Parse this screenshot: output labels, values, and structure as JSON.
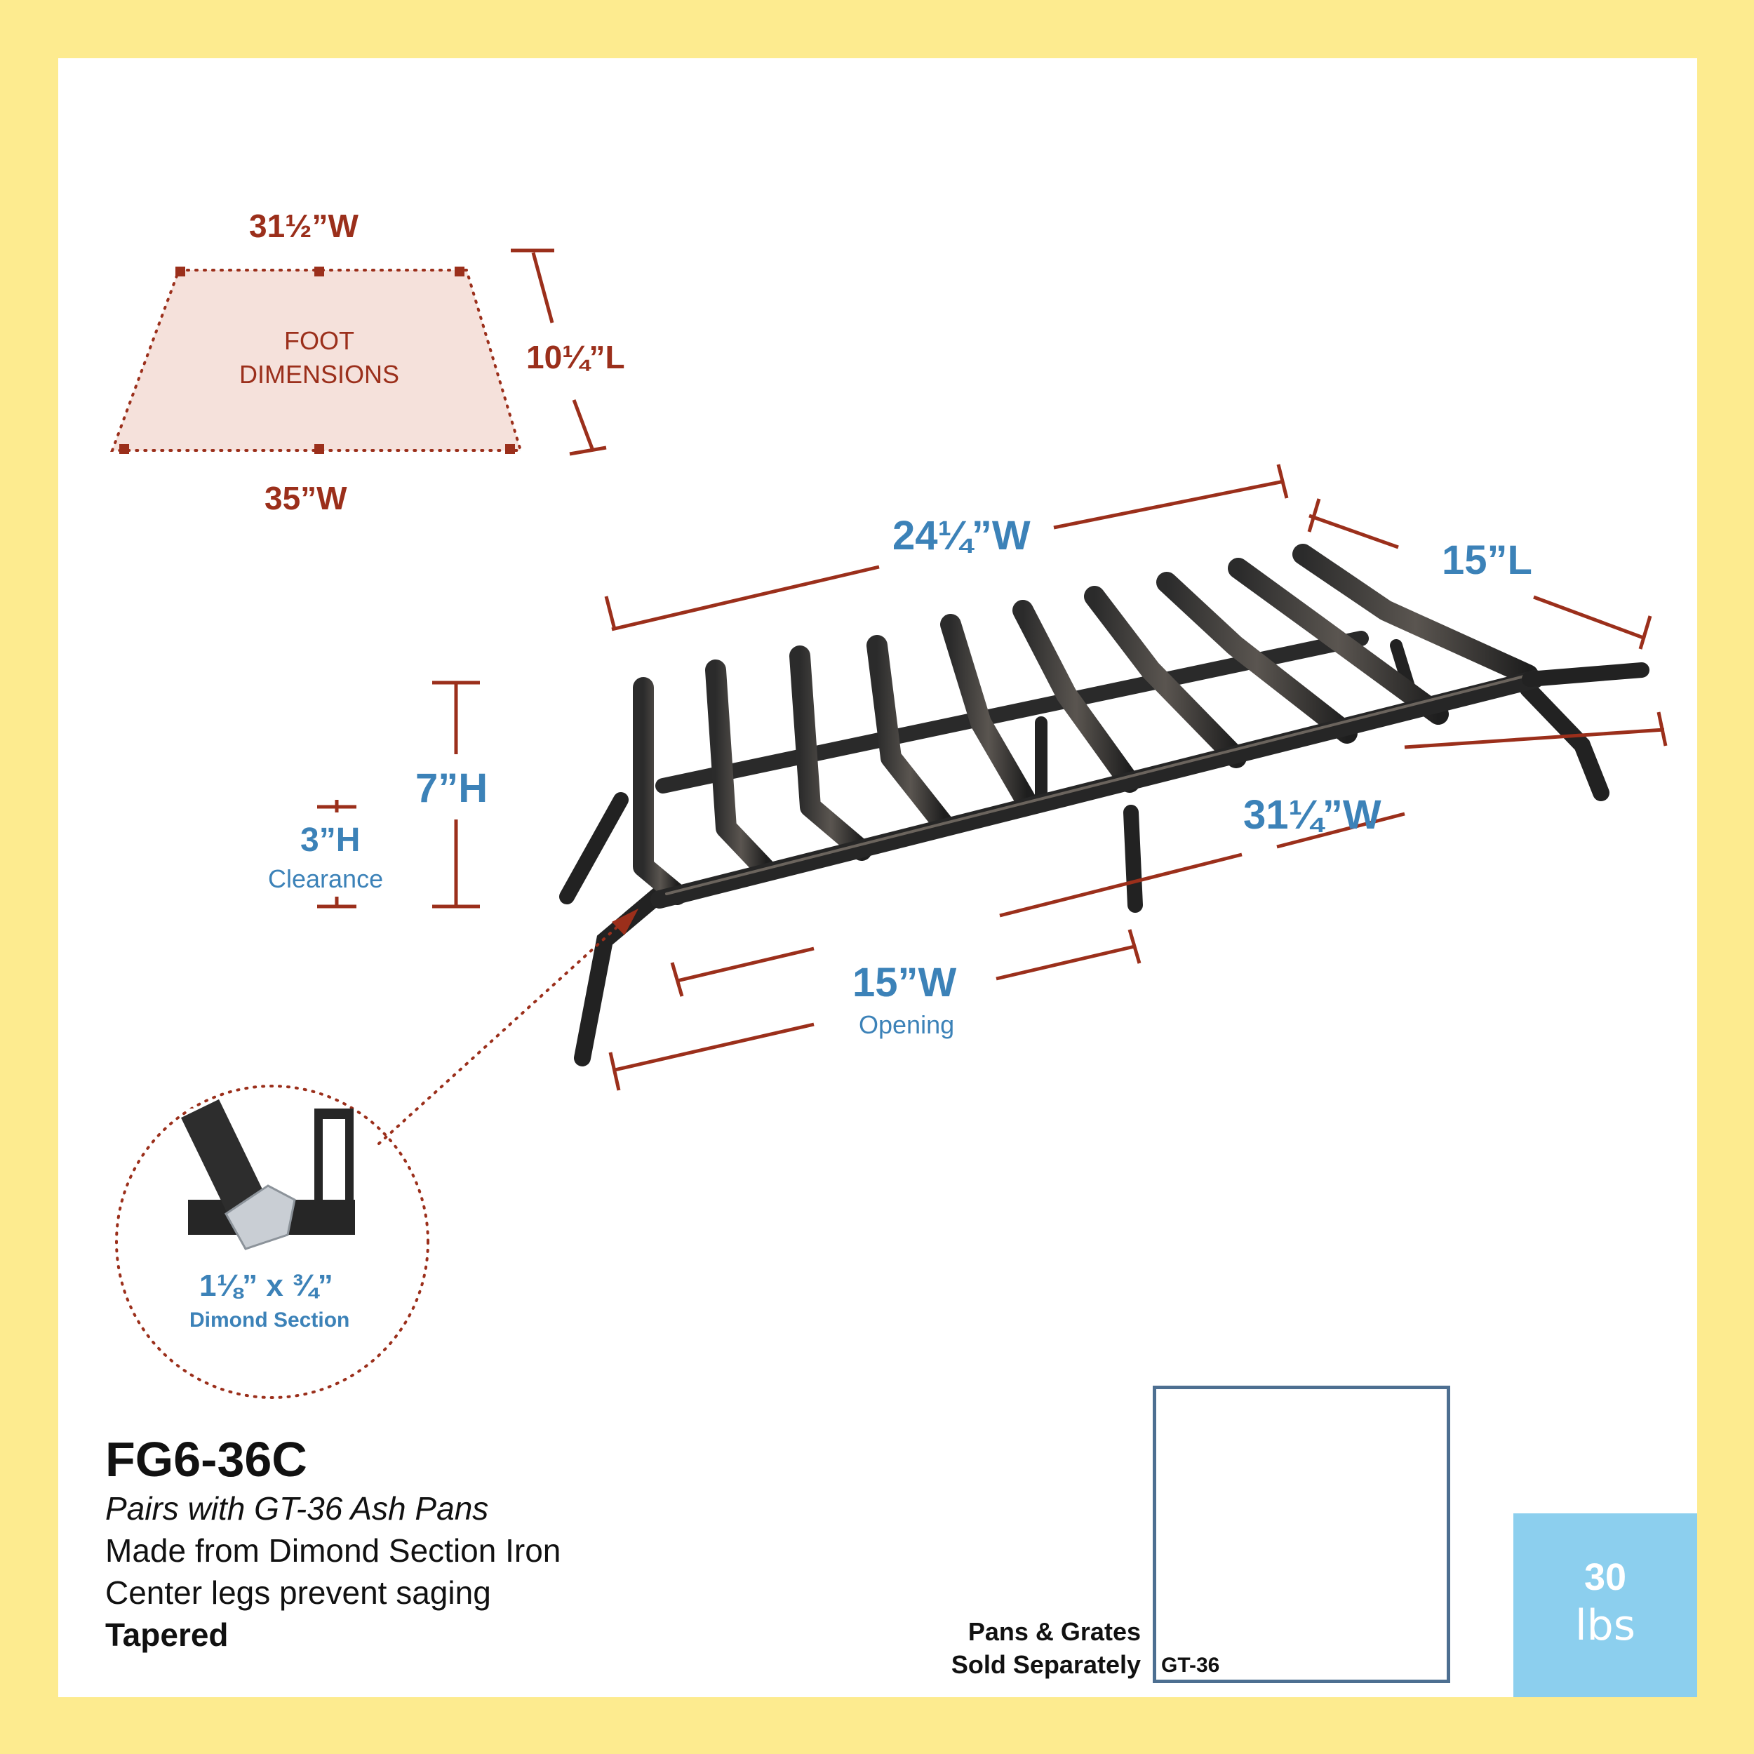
{
  "foot": {
    "top_width": "31½”W",
    "bottom_width": "35”W",
    "length": "10¼”L",
    "label_line1": "FOOT",
    "label_line2": "DIMENSIONS"
  },
  "grate_dims": {
    "back_width": "24¼”W",
    "depth": "15”L",
    "front_width": "31¼”W",
    "height": "7”H",
    "clearance_value": "3”H",
    "clearance_label": "Clearance",
    "opening_value": "15”W",
    "opening_label": "Opening"
  },
  "section": {
    "value": "1⅛” x ¾”",
    "label": "Dimond Section"
  },
  "product": {
    "model": "FG6-36C",
    "pairs_with": "Pairs with GT-36 Ash Pans",
    "material": "Made from Dimond Section Iron",
    "legs": "Center legs prevent saging",
    "shape": "Tapered"
  },
  "pans": {
    "note_line1": "Pans & Grates",
    "note_line2": "Sold Separately",
    "code": "GT-36"
  },
  "weight": {
    "value": "30",
    "unit": "lbs"
  },
  "colors": {
    "background": "#fdeb8f",
    "dimension_red": "#9b2f1b",
    "dimension_blue": "#3c82b8",
    "weight_box": "#8ccfee"
  }
}
